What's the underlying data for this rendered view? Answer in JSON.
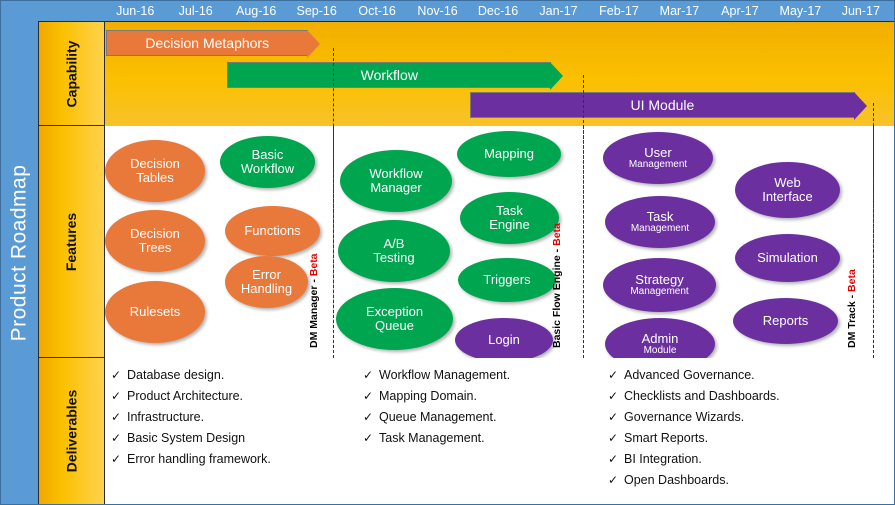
{
  "title": "Product Roadmap",
  "timeline": {
    "months": [
      "Jun-16",
      "Jul-16",
      "Aug-16",
      "Sep-16",
      "Oct-16",
      "Nov-16",
      "Dec-16",
      "Jan-17",
      "Feb-17",
      "Mar-17",
      "Apr-17",
      "May-17",
      "Jun-17"
    ]
  },
  "rows": {
    "capability": "Capability",
    "features": "Features",
    "deliverables": "Deliverables"
  },
  "capability_bars": [
    {
      "label": "Decision Metaphors",
      "color": "#E8793A",
      "start_month": "Jun-16",
      "end_month": "Sep-16"
    },
    {
      "label": "Workflow",
      "color": "#00A550",
      "start_month": "Aug-16",
      "end_month": "Jan-17"
    },
    {
      "label": "UI Module",
      "color": "#6B2FA0",
      "start_month": "Dec-16",
      "end_month": "Jun-17"
    }
  ],
  "tracks": [
    {
      "name": "DM Manager",
      "beta": "Beta",
      "separator": " - "
    },
    {
      "name": "Basic Flow Engine",
      "beta": "Beta",
      "separator": " - "
    },
    {
      "name": "DM Track",
      "beta": "Beta",
      "separator": " - "
    }
  ],
  "features": {
    "track1": [
      {
        "line1": "Decision",
        "line2": "Tables",
        "color": "#E8793A"
      },
      {
        "line1": "Decision",
        "line2": "Trees",
        "color": "#E8793A"
      },
      {
        "line1": "Rulesets",
        "line2": "",
        "color": "#E8793A"
      },
      {
        "line1": "Basic",
        "line2": "Workflow",
        "color": "#00A550"
      },
      {
        "line1": "Functions",
        "line2": "",
        "color": "#E8793A"
      },
      {
        "line1": "Error",
        "line2": "Handling",
        "color": "#E8793A"
      }
    ],
    "track2": [
      {
        "line1": "Workflow",
        "line2": "Manager",
        "color": "#00A550"
      },
      {
        "line1": "A/B",
        "line2": "Testing",
        "color": "#00A550"
      },
      {
        "line1": "Exception",
        "line2": "Queue",
        "color": "#00A550"
      },
      {
        "line1": "Mapping",
        "line2": "",
        "color": "#00A550"
      },
      {
        "line1": "Task",
        "line2": "Engine",
        "color": "#00A550"
      },
      {
        "line1": "Triggers",
        "line2": "",
        "color": "#00A550"
      },
      {
        "line1": "Login",
        "line2": "",
        "color": "#6B2FA0"
      }
    ],
    "track3": [
      {
        "line1": "User",
        "line2": "Management",
        "color": "#6B2FA0"
      },
      {
        "line1": "Task",
        "line2": "Management",
        "color": "#6B2FA0"
      },
      {
        "line1": "Strategy",
        "line2": "Management",
        "color": "#6B2FA0"
      },
      {
        "line1": "Admin",
        "line2": "Module",
        "color": "#6B2FA0"
      },
      {
        "line1": "Web",
        "line2": "Interface",
        "color": "#6B2FA0"
      },
      {
        "line1": "Simulation",
        "line2": "",
        "color": "#6B2FA0"
      },
      {
        "line1": "Reports",
        "line2": "",
        "color": "#6B2FA0"
      }
    ]
  },
  "deliverables": {
    "check": "✓",
    "col1": [
      "Database design.",
      "Product Architecture.",
      "Infrastructure.",
      "Basic System Design",
      "Error handling framework."
    ],
    "col2": [
      "Workflow Management.",
      "Mapping Domain.",
      "Queue Management.",
      "Task Management."
    ],
    "col3": [
      "Advanced Governance.",
      "Checklists and Dashboards.",
      "Governance Wizards.",
      "Smart Reports.",
      "BI Integration.",
      "Open Dashboards."
    ]
  },
  "colors": {
    "frame_blue": "#5B9BD5",
    "gold": "#FBC000",
    "orange": "#E8793A",
    "green": "#00A550",
    "purple": "#6B2FA0",
    "beta_red": "#E00000"
  }
}
